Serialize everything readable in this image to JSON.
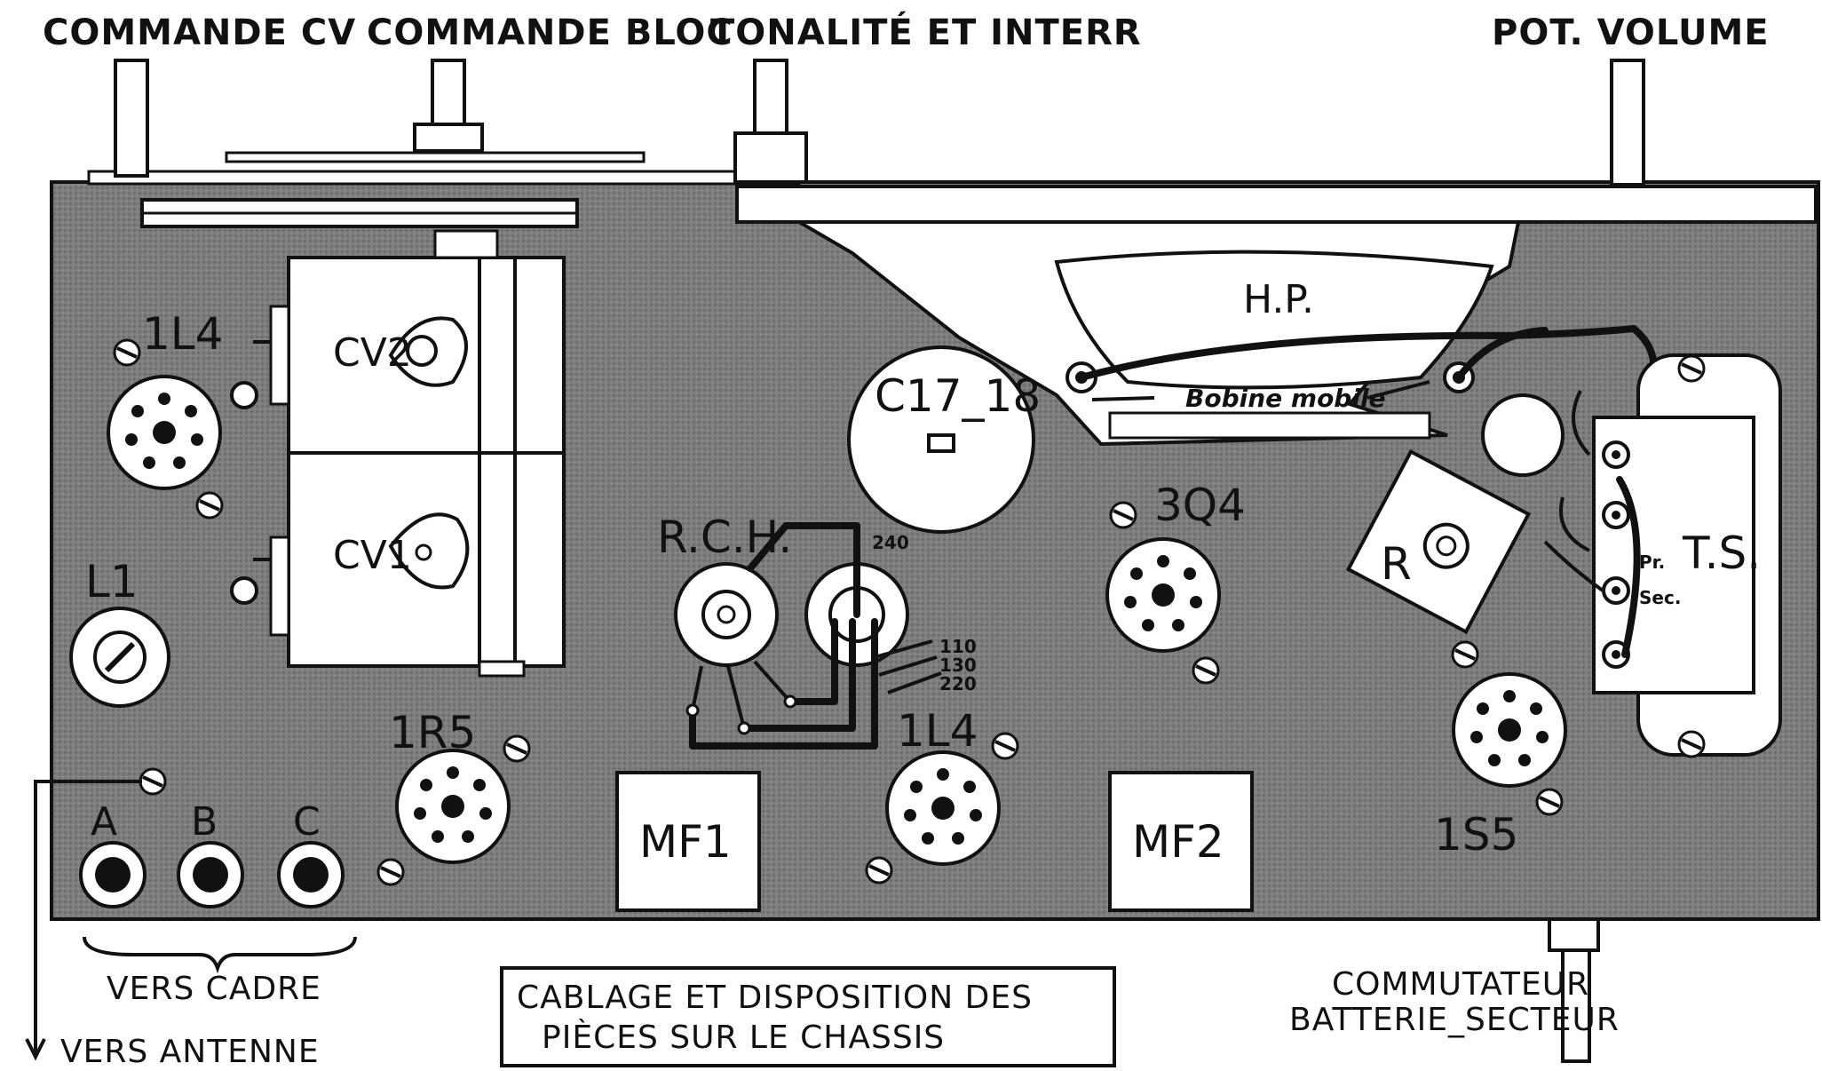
{
  "top_labels": {
    "commande_cv": "COMMANDE CV",
    "commande_bloc": "COMMANDE BLOC",
    "tonalite": "TONALITÉ  ET INTERR",
    "pot_volume": "POT. VOLUME"
  },
  "components": {
    "tube_1l4_top": "1L4",
    "cv2": "CV2",
    "cv1": "CV1",
    "l1": "L1",
    "c17_18": "C17_18",
    "rch": "R.C.H.",
    "rch_240": "240",
    "rch_110": "110",
    "rch_130": "130",
    "rch_220": "220",
    "tube_1l4_bottom": "1L4",
    "tube_1r5": "1R5",
    "tube_3q4": "3Q4",
    "tube_1s5": "1S5",
    "hp": "H.P.",
    "bobine_mobile": "Bobine mobile",
    "r": "R",
    "ts": "T.S.",
    "pr": "Pr.",
    "sec": "Sec.",
    "mf1": "MF1",
    "mf2": "MF2",
    "jack_a": "A",
    "jack_b": "B",
    "jack_c": "C"
  },
  "bottom_labels": {
    "vers_cadre": "VERS  CADRE",
    "vers_antenne": "VERS ANTENNE",
    "caption_line1": "CABLAGE  ET   DISPOSITION  DES",
    "caption_line2": "PIÈCES  SUR  LE CHASSIS",
    "commutateur_line1": "COMMUTATEUR",
    "commutateur_line2": "BATTERIE_SECTEUR"
  },
  "colors": {
    "chassis": "#7a7a7a",
    "ink": "#111111",
    "paper": "#ffffff"
  }
}
